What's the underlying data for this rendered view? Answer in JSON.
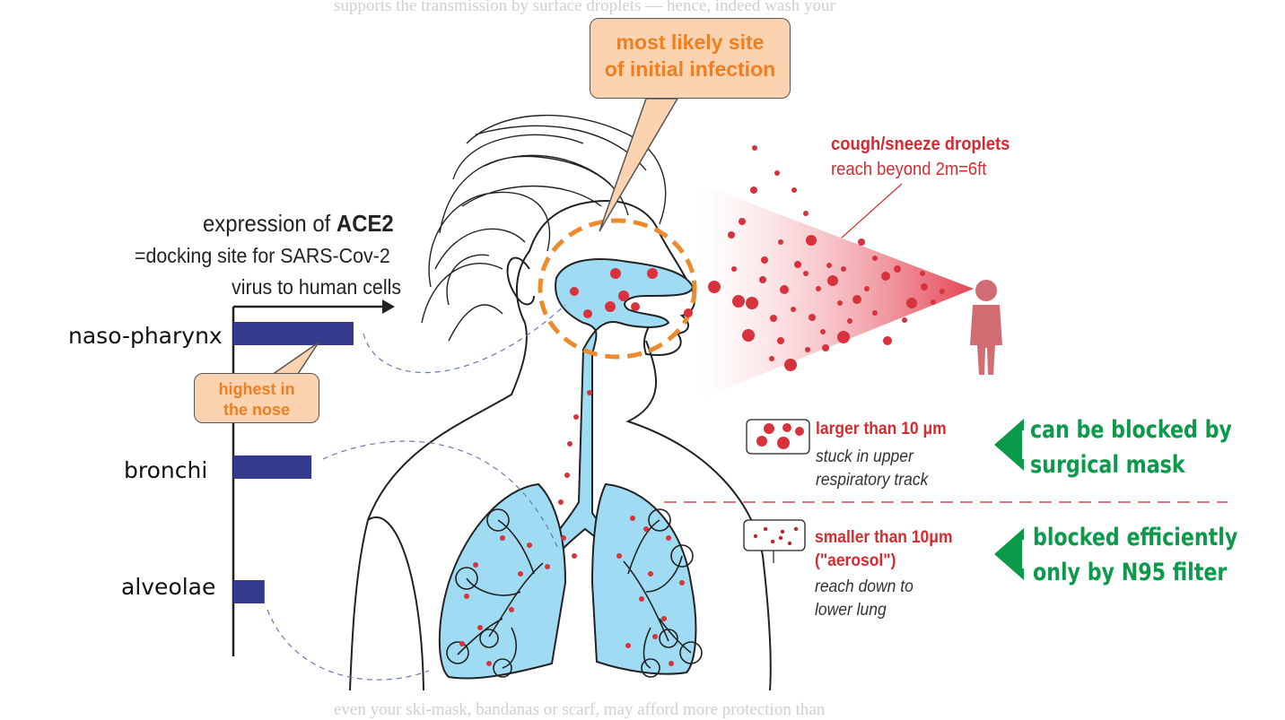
{
  "background_text": {
    "top": "supports the transmission by surface droplets — hence, indeed wash your",
    "bottom": "even your ski-mask, bandanas or scarf, may afford more protection than"
  },
  "ace2": {
    "title_prefix": "expression of ",
    "title_bold": "ACE2",
    "line2": "=docking site for SARS-Cov-2",
    "line3": "virus to human cells"
  },
  "callouts": {
    "infection_line1": "most likely site",
    "infection_line2": "of initial infection",
    "nose_line1": "highest in",
    "nose_line2": "the nose"
  },
  "droplets": {
    "title": "cough/sneeze droplets",
    "subtitle": "reach beyond 2m=6ft"
  },
  "particles": {
    "large": {
      "label": "larger than 10 μm",
      "note_line1": "stuck in upper",
      "note_line2": "respiratory track",
      "block_line1": "can be blocked by",
      "block_line2": "surgical mask"
    },
    "small": {
      "label": "smaller than 10μm",
      "label_line2": "(\"aerosol\")",
      "note_line1": "reach down to",
      "note_line2": "lower lung",
      "block_line1": "blocked efficiently",
      "block_line2": "only by N95 filter"
    }
  },
  "colors": {
    "bar": "#353a8c",
    "airway": "#9fdcf4",
    "droplet": "#d8323c",
    "callout_fill": "#fbd3b0",
    "callout_text": "#ee7f22",
    "green": "#0a9a4a",
    "red_text": "#d62a2f"
  },
  "chart_data": {
    "type": "bar",
    "orientation": "horizontal",
    "categories": [
      "naso-pharynx",
      "bronchi",
      "alveolae"
    ],
    "values": [
      1.0,
      0.65,
      0.26
    ],
    "value_scale": "relative to naso-pharynx",
    "axis_arrow": true,
    "grid": false
  }
}
